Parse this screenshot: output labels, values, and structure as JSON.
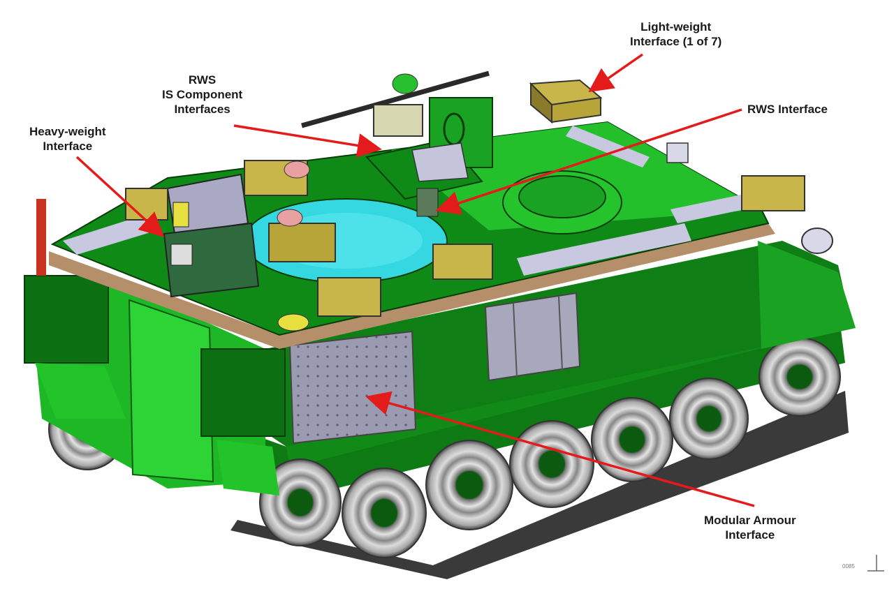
{
  "diagram": {
    "subject": "Tracked armoured vehicle CAD model with interface callouts",
    "colors": {
      "hull_green_dark": "#0d7a14",
      "hull_green_light": "#22c42a",
      "arrow_red": "#e31b1b",
      "hatch_cyan": "#35d8e0",
      "armour_panel_grey": "#9a9ab0",
      "wheel_grey": "#c8c8c8",
      "deck_trim_brown": "#b58e6a",
      "box_yellow": "#c9b64a"
    },
    "callouts": [
      {
        "id": "light-weight",
        "lines": [
          "Light-weight",
          "Interface  (1 of 7)"
        ]
      },
      {
        "id": "rws-is",
        "lines": [
          "RWS",
          "IS Component",
          "Interfaces"
        ]
      },
      {
        "id": "heavy-weight",
        "lines": [
          "Heavy-weight",
          "Interface"
        ]
      },
      {
        "id": "rws",
        "lines": [
          "RWS Interface"
        ]
      },
      {
        "id": "modular-armour",
        "lines": [
          "Modular Armour",
          "Interface"
        ]
      }
    ],
    "corner_mark": "0085"
  }
}
